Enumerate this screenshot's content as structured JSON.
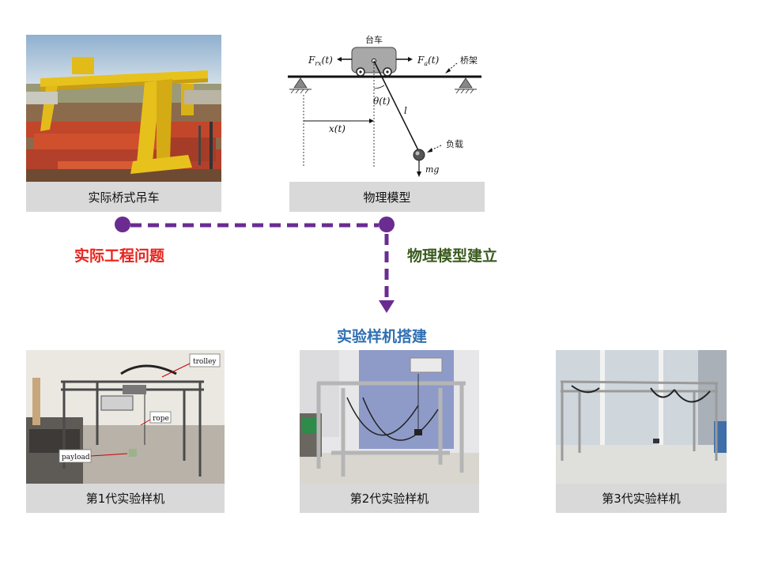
{
  "top_left_card": {
    "caption": "实际桥式吊车"
  },
  "top_right_card": {
    "caption": "物理模型",
    "diagram": {
      "trolley_label": "台车",
      "bridge_label": "桥架",
      "load_label": "负载",
      "force_left": "F_rx(t)",
      "force_right": "F_a(t)",
      "angle": "θ(t)",
      "length": "l",
      "position": "x(t)",
      "gravity": "mg"
    }
  },
  "labels": {
    "engineering_problem": "实际工程问题",
    "model_building": "物理模型建立",
    "prototype_building": "实验样机搭建"
  },
  "prototypes": [
    {
      "caption": "第1代实验样机",
      "annotations": [
        "trolley",
        "rope",
        "payload"
      ]
    },
    {
      "caption": "第2代实验样机"
    },
    {
      "caption": "第3代实验样机"
    }
  ],
  "colors": {
    "connector": "#6a2c91",
    "engineering": "#e8221b",
    "model": "#3a5a1e",
    "prototype": "#2f6fb3"
  }
}
